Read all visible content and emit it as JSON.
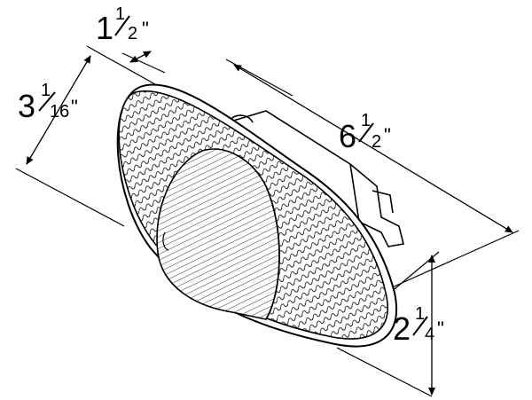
{
  "diagram": {
    "dimensions": {
      "height_whole": "3",
      "height_num": "1",
      "height_den": "16",
      "height_unit": "\"",
      "depth_whole": "1",
      "depth_num": "1",
      "depth_den": "2",
      "depth_unit": "\"",
      "length_whole": "6",
      "length_num": "1",
      "length_den": "2",
      "length_unit": "\"",
      "width_whole": "2",
      "width_num": "1",
      "width_den": "4",
      "width_unit": "\""
    },
    "colors": {
      "line": "#000000",
      "background": "#ffffff"
    }
  }
}
